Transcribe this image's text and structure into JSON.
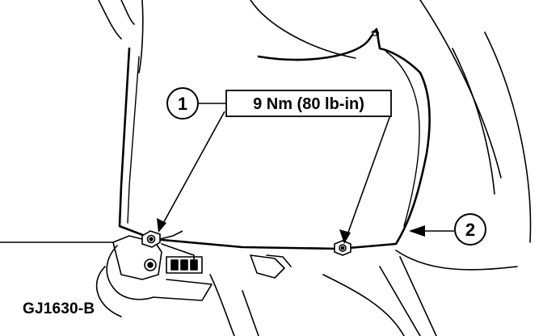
{
  "callouts": {
    "one": "1",
    "two": "2"
  },
  "torque_label": "9 Nm (80 lb-in)",
  "figure_id": "GJ1630-B",
  "colors": {
    "ink": "#000000",
    "paper": "#ffffff"
  }
}
